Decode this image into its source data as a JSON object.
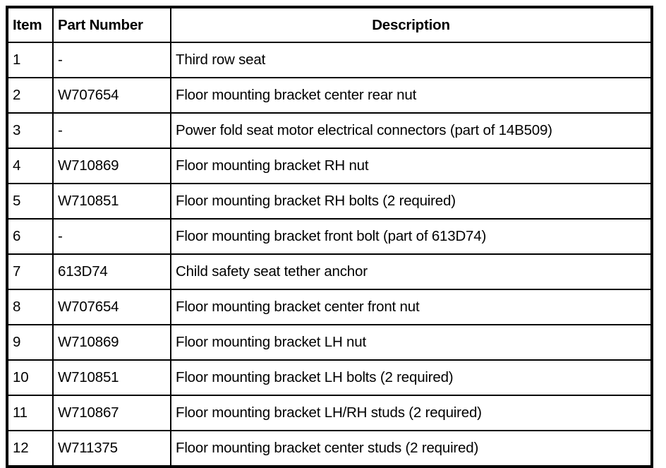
{
  "table": {
    "columns": [
      {
        "key": "item",
        "label": "Item"
      },
      {
        "key": "part_number",
        "label": "Part Number"
      },
      {
        "key": "description",
        "label": "Description"
      }
    ],
    "rows": [
      {
        "item": "1",
        "part_number": "-",
        "description": "Third row seat"
      },
      {
        "item": "2",
        "part_number": "W707654",
        "description": "Floor mounting bracket center rear nut"
      },
      {
        "item": "3",
        "part_number": "-",
        "description": "Power fold seat motor electrical connectors (part of 14B509)"
      },
      {
        "item": "4",
        "part_number": "W710869",
        "description": "Floor mounting bracket RH nut"
      },
      {
        "item": "5",
        "part_number": "W710851",
        "description": "Floor mounting bracket RH bolts (2 required)"
      },
      {
        "item": "6",
        "part_number": "-",
        "description": "Floor mounting bracket front bolt (part of 613D74)"
      },
      {
        "item": "7",
        "part_number": "613D74",
        "description": "Child safety seat tether anchor"
      },
      {
        "item": "8",
        "part_number": "W707654",
        "description": "Floor mounting bracket center front nut"
      },
      {
        "item": "9",
        "part_number": "W710869",
        "description": "Floor mounting bracket LH nut"
      },
      {
        "item": "10",
        "part_number": "W710851",
        "description": "Floor mounting bracket LH bolts (2 required)"
      },
      {
        "item": "11",
        "part_number": "W710867",
        "description": "Floor mounting bracket LH/RH studs (2 required)"
      },
      {
        "item": "12",
        "part_number": "W711375",
        "description": "Floor mounting bracket center studs (2 required)"
      }
    ]
  },
  "colors": {
    "background": "#ffffff",
    "text": "#000000",
    "border": "#000000"
  }
}
